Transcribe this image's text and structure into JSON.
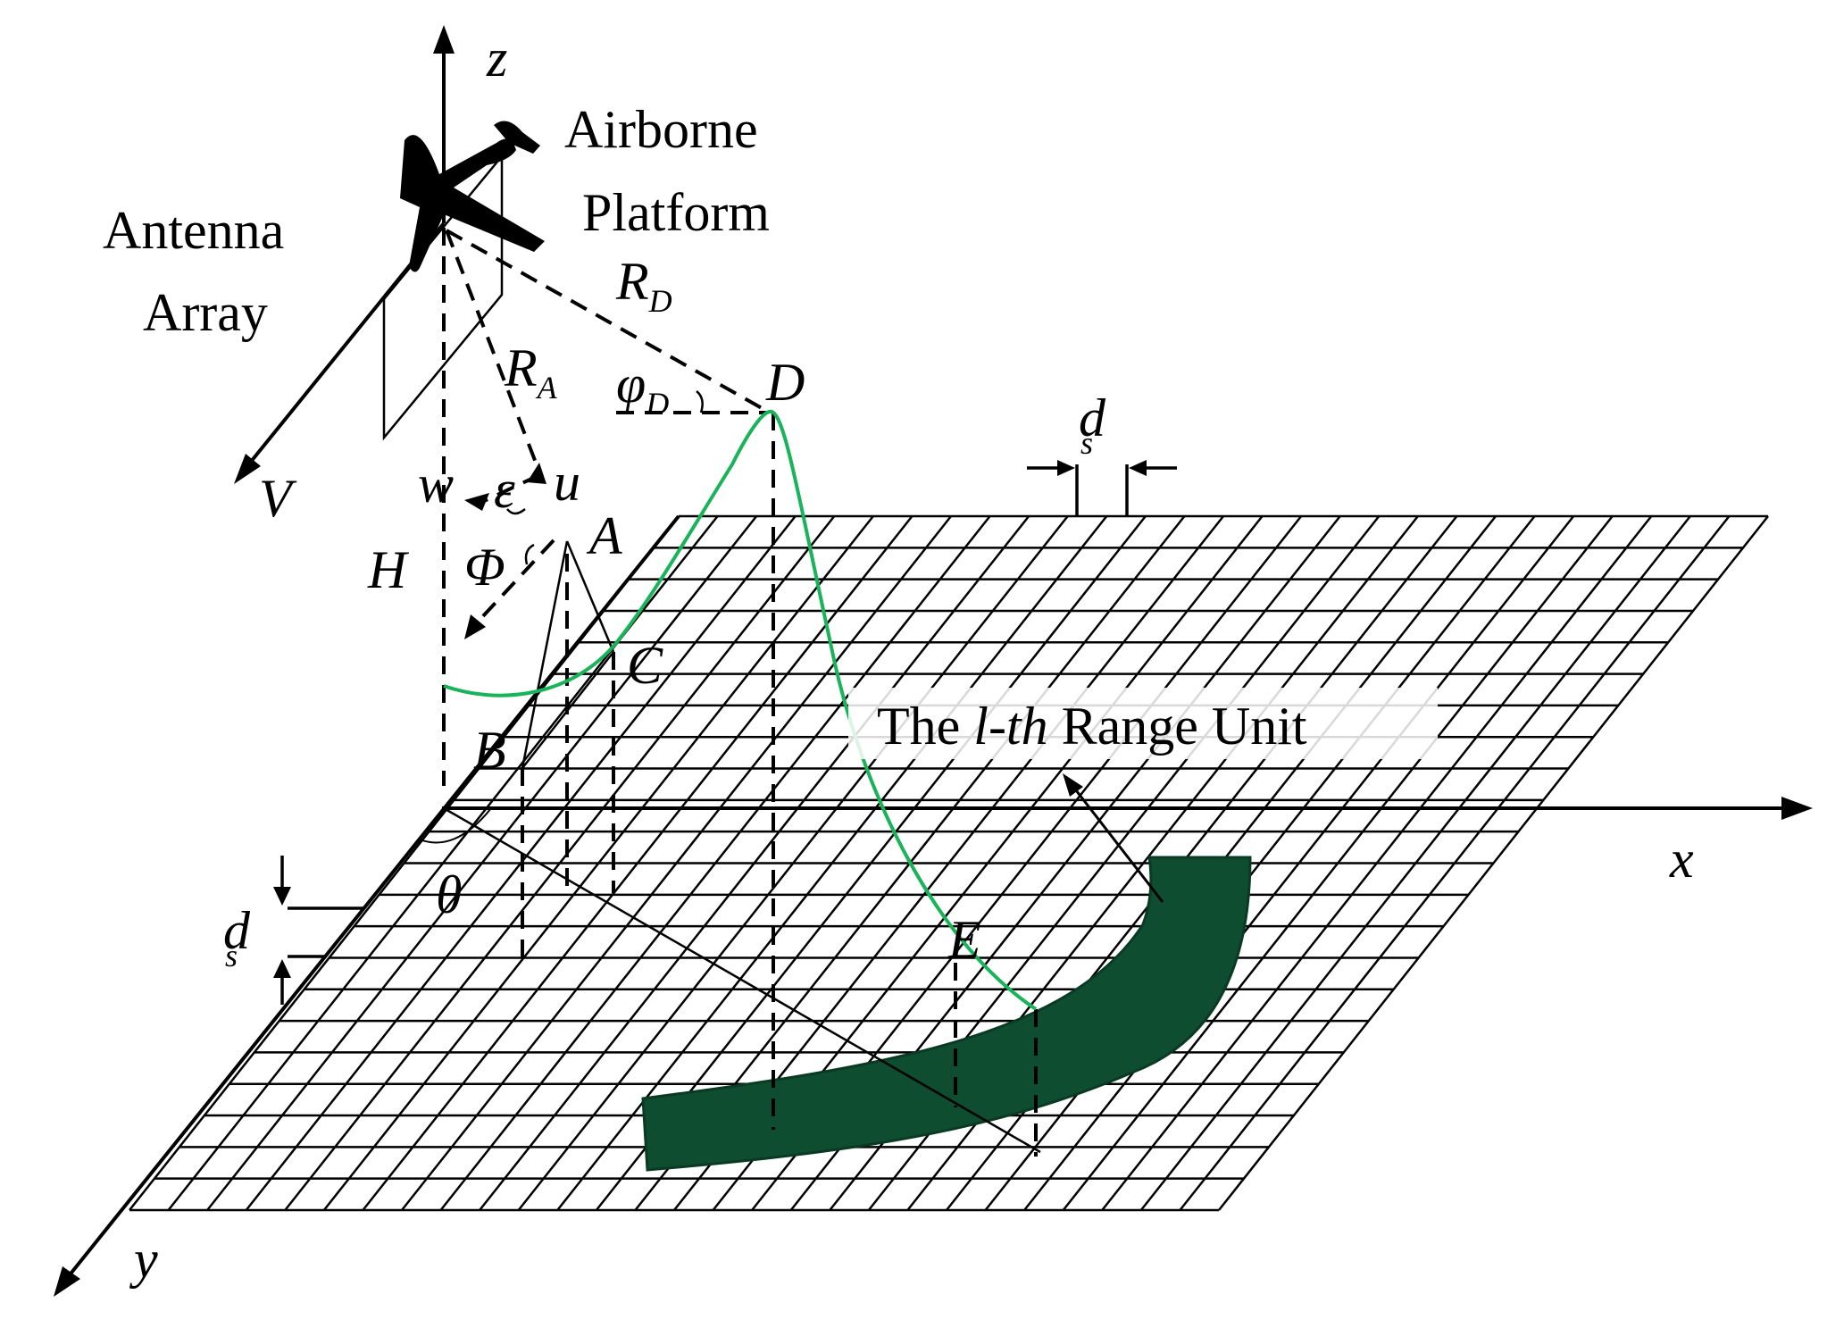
{
  "labels": {
    "z": "z",
    "x": "x",
    "y": "y",
    "v": "V",
    "airborne_line1": "Airborne",
    "airborne_line2": "Platform",
    "antenna_line1": "Antenna",
    "antenna_line2": "Array",
    "rd_main": "R",
    "rd_sub": "D",
    "ra_main": "R",
    "ra_sub": "A",
    "phi_d_main": "φ",
    "phi_d_sub": "D",
    "point_d": "D",
    "point_a": "A",
    "point_b": "B",
    "point_c": "C",
    "point_e": "E",
    "h": "H",
    "w": "w",
    "u": "u",
    "epsilon": "ε",
    "phi_big": "Φ",
    "theta": "θ",
    "ds_top_main": "d",
    "ds_top_sub": "s",
    "ds_left_main": "d",
    "ds_left_sub": "s",
    "range_unit_pre": "The ",
    "range_unit_italic": "l-th",
    "range_unit_post": " Range Unit"
  },
  "colors": {
    "curve": "#19b35a",
    "range_band": "#0e4d30",
    "grid": "#000000"
  },
  "icons": {
    "platform": "airplane-icon"
  }
}
